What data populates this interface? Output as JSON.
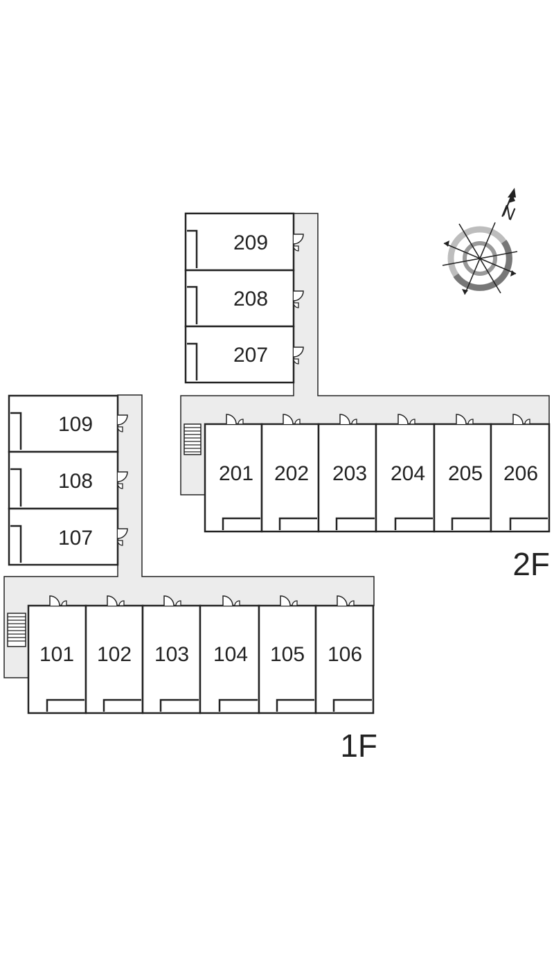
{
  "floors": [
    {
      "label": "2F",
      "rooms": [
        "209",
        "208",
        "207",
        "201",
        "202",
        "203",
        "204",
        "205",
        "206"
      ]
    },
    {
      "label": "1F",
      "rooms": [
        "109",
        "108",
        "107",
        "101",
        "102",
        "103",
        "104",
        "105",
        "106"
      ]
    }
  ],
  "compass": {
    "north_label": "N",
    "icon": "compass-icon"
  }
}
